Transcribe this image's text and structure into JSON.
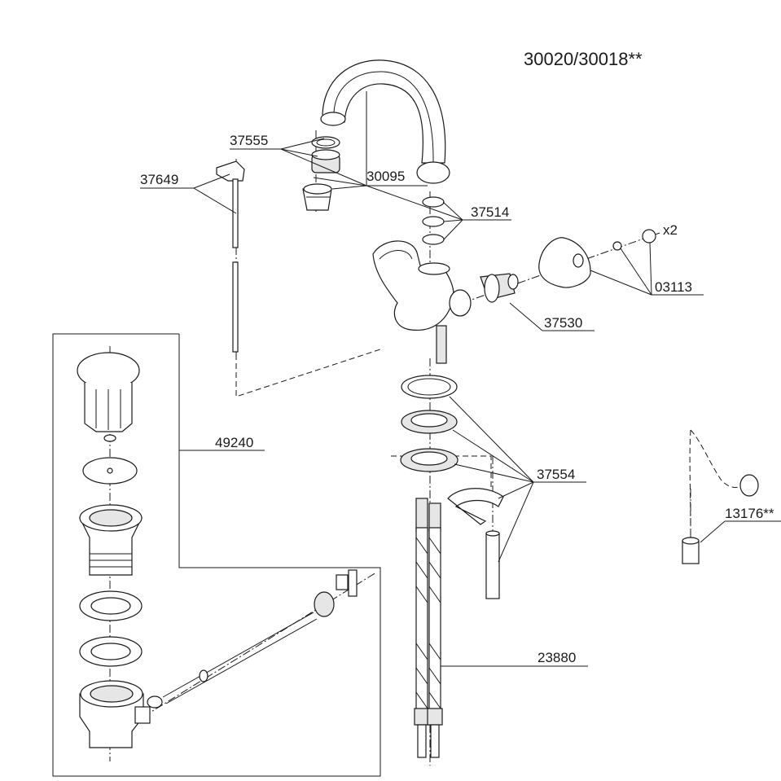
{
  "title": "30020/30018**",
  "parts": {
    "p37555": "37555",
    "p37649": "37649",
    "p30095": "30095",
    "p37514": "37514",
    "x2": "x2",
    "p03113": "03113",
    "p37530": "37530",
    "p49240": "49240",
    "p37554": "37554",
    "p13176": "13176**",
    "p23880": "23880"
  }
}
